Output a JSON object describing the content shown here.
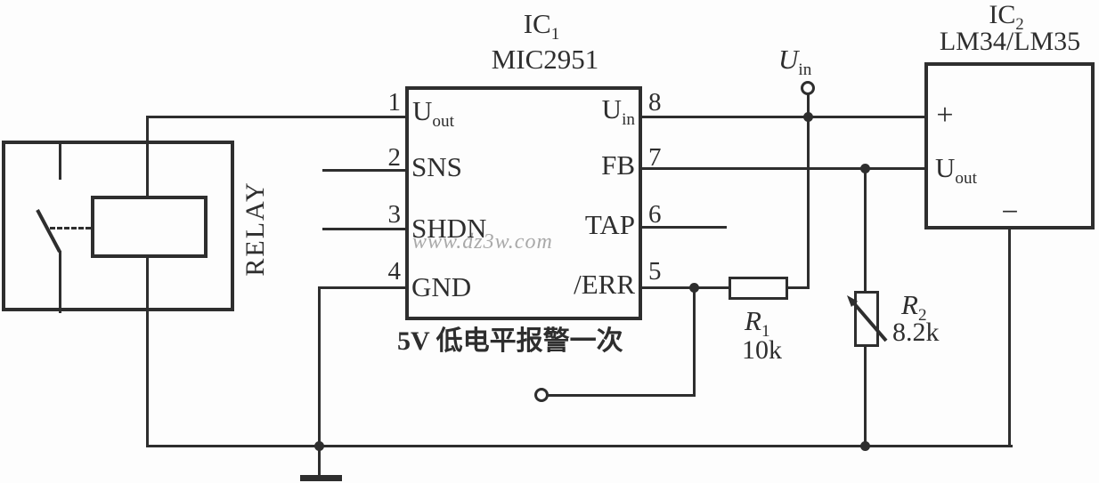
{
  "ic1": {
    "ref": {
      "main": "IC",
      "sub": "1"
    },
    "part": "MIC2951",
    "watermark": "www.dz3w.com",
    "caption": "5V 低电平报警一次",
    "pins_left": [
      {
        "number": "1",
        "name": "U",
        "name_sub": "out"
      },
      {
        "number": "2",
        "name": "SNS",
        "name_sub": ""
      },
      {
        "number": "3",
        "name": "SHDN",
        "name_sub": ""
      },
      {
        "number": "4",
        "name": "GND",
        "name_sub": ""
      }
    ],
    "pins_right": [
      {
        "number": "8",
        "name": "U",
        "name_sub": "in"
      },
      {
        "number": "7",
        "name": "FB",
        "name_sub": ""
      },
      {
        "number": "6",
        "name": "TAP",
        "name_sub": ""
      },
      {
        "number": "5",
        "name": "/ERR",
        "name_sub": ""
      }
    ]
  },
  "ic2": {
    "ref": {
      "main": "IC",
      "sub": "2"
    },
    "part": "LM34/LM35",
    "pins": {
      "plus": "+",
      "out": "U",
      "out_sub": "out",
      "minus": "−"
    }
  },
  "relay": {
    "label": "RELAY"
  },
  "resistors": {
    "r1": {
      "ref": "R",
      "ref_sub": "1",
      "value": "10k"
    },
    "r2": {
      "ref": "R",
      "ref_sub": "2",
      "value": "8.2k"
    }
  },
  "supply": {
    "uin": "U",
    "uin_sub": "in"
  },
  "colors": {
    "line": "#2e2e2e",
    "watermark": "#a9a9a9",
    "background": "#fdfdfd"
  }
}
